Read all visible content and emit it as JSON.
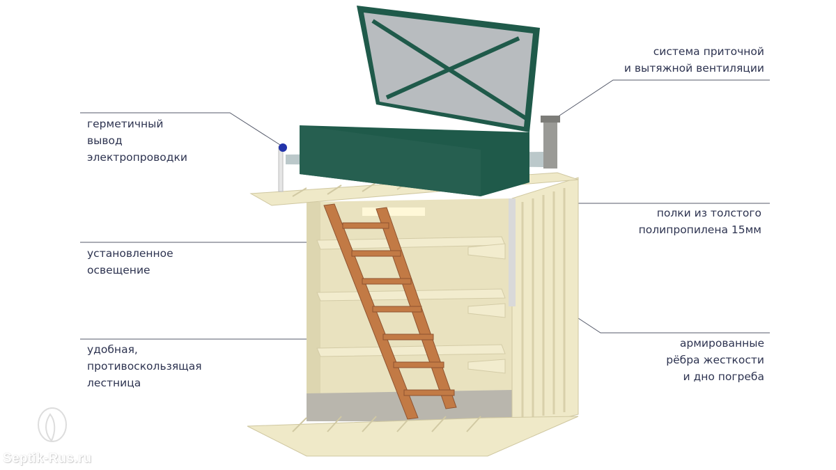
{
  "labels": {
    "wiring": [
      "герметичный",
      "вывод",
      "электропроводки"
    ],
    "lighting": [
      "установленное",
      "освещение"
    ],
    "ladder": [
      "удобная,",
      "противоскользящая",
      "лестница"
    ],
    "ventilation": [
      "система приточной",
      "и вытяжной вентиляции"
    ],
    "shelves": [
      "полки из толстого",
      "полипропилена 15мм"
    ],
    "ribs": [
      "армированные",
      "рёбра жесткости",
      "и дно погреба"
    ]
  },
  "watermark": "Septik-Rus.ru",
  "colors": {
    "text": "#2d3350",
    "lid": "#1f5a4a",
    "body": "#efe9c8",
    "ladder": "#c27a45"
  }
}
